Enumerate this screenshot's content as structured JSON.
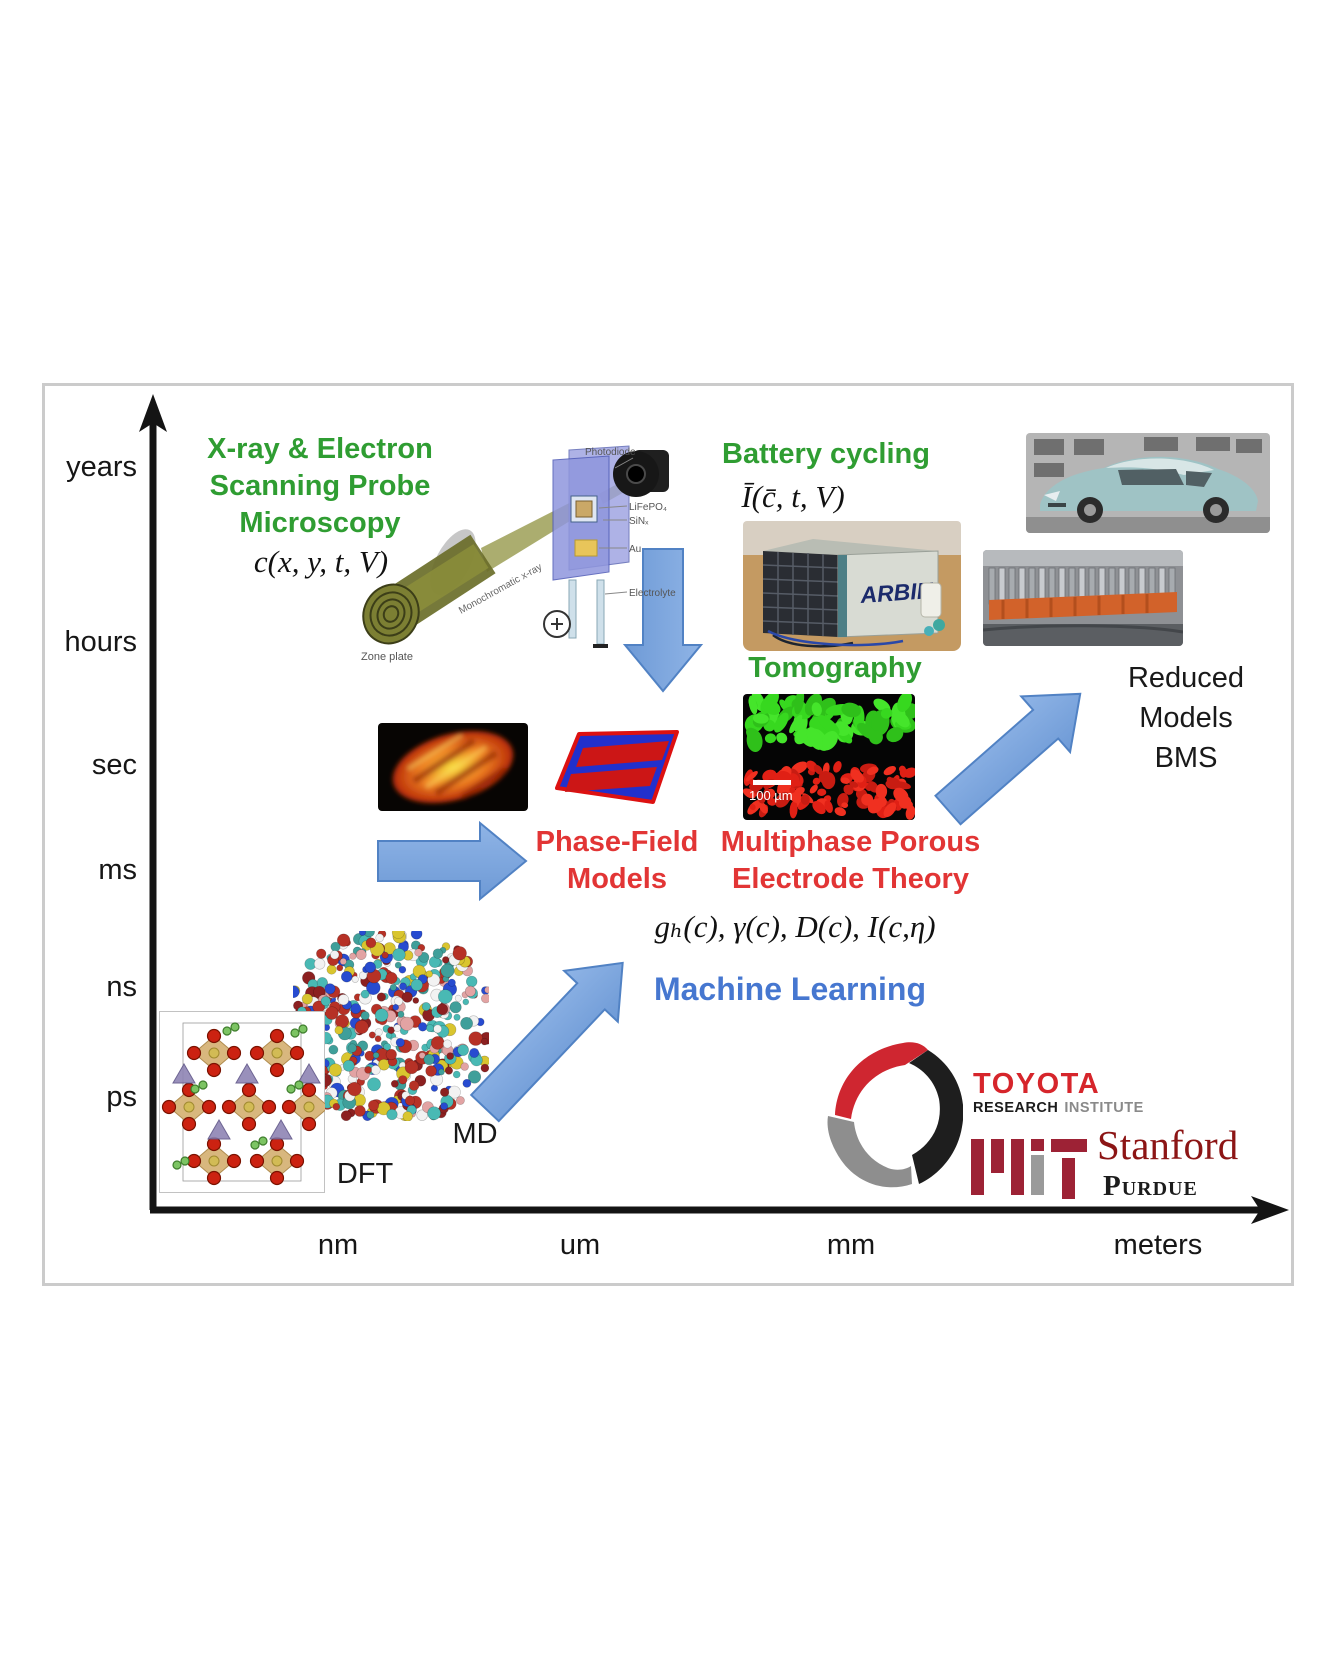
{
  "axes": {
    "y": [
      "years",
      "hours",
      "sec",
      "ms",
      "ns",
      "ps"
    ],
    "x": [
      "nm",
      "um",
      "mm",
      "meters"
    ]
  },
  "microscopy": {
    "title": [
      "X-ray & Electron",
      "Scanning Probe",
      "Microscopy"
    ],
    "formula": "c(x, y, t, V)"
  },
  "cycling": {
    "title": "Battery cycling",
    "formula": "Ī(c̄, t, V)"
  },
  "tomography": {
    "title": "Tomography",
    "scale_label": "100 µm"
  },
  "arbin_label": "ARBIN",
  "models": {
    "phase_field": [
      "Phase-Field",
      "Models"
    ],
    "porous": [
      "Multiphase Porous",
      "Electrode Theory"
    ],
    "reduced": [
      "Reduced",
      "Models",
      "BMS"
    ],
    "formula": "gₕ(c), γ(c), D(c), I(c,η)",
    "machine_learning": "Machine Learning",
    "md": "MD",
    "dft": "DFT"
  },
  "scope": {
    "photodiode": "Photodiode",
    "lifepo4": "LiFePO₄",
    "sinx": "SiNₓ",
    "au": "Au",
    "electrolyte": "Electrolyte",
    "zone_plate": "Zone plate",
    "xray": "Monochromatic x-ray"
  },
  "logos": {
    "toyota": "TOYOTA",
    "research": "RESEARCH",
    "institute": "INSTITUTE",
    "mit": "MIT",
    "stanford": "Stanford",
    "purdue": "Purdue"
  },
  "colors": {
    "green": "#2f9d32",
    "red": "#e23535",
    "blue_text": "#4677d0",
    "arrow_fill": "#7ba6dd",
    "arrow_stroke": "#5182c4",
    "toyota_red": "#d6252b",
    "stanford_red": "#8c1515",
    "mit_red": "#9d2235",
    "mit_gray": "#9a9a9a",
    "gray_text": "#8a8a8a",
    "axis_black": "#141414"
  }
}
